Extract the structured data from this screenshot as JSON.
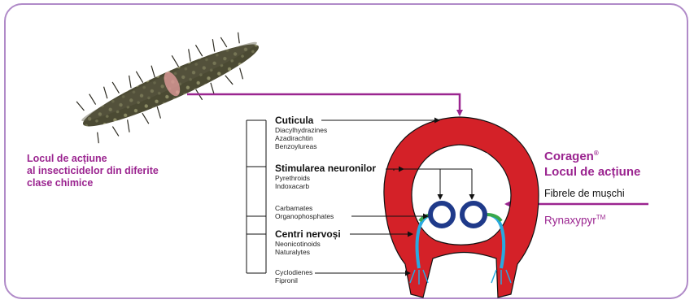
{
  "left_label": {
    "line1": "Locul de acțiune",
    "line2": "al insecticidelor din diferite",
    "line3": "clase chimice"
  },
  "coragen": {
    "brand": "Coragen",
    "reg_mark": "®",
    "site": "Locul de acțiune"
  },
  "muscle_label": "Fibrele de mușchi",
  "rynaxypyr": {
    "name": "Rynaxypyr",
    "tm": "TM"
  },
  "groups": [
    {
      "heading": "Cuticula",
      "items": [
        "Diacylhydrazines",
        "Azadirachtin",
        "Benzoylureas"
      ]
    },
    {
      "heading": "Stimularea neuronilor",
      "items": [
        "Pyrethroids",
        "Indoxacarb"
      ]
    },
    {
      "heading": "",
      "items": [
        "Carbamates",
        "Organophosphates"
      ]
    },
    {
      "heading": "Centri nervoși",
      "items": [
        "Neonicotinoids",
        "Naturalytes"
      ]
    },
    {
      "heading": "",
      "items": [
        "Cyclodienes",
        "Fipronil"
      ]
    }
  ],
  "colors": {
    "accent": "#9b2590",
    "body_red": "#d42128",
    "nerve_ring": "#1f3a8a",
    "nerve_green": "#3aa84a",
    "nerve_cyan": "#29a9e0",
    "frame": "#b08ac8"
  }
}
